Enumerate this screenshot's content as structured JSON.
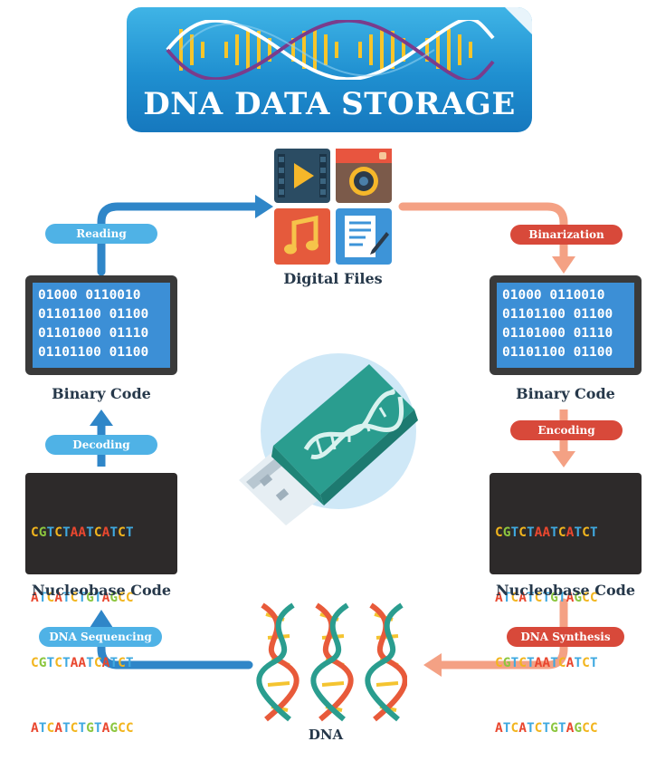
{
  "title": "DNA DATA STORAGE",
  "colors": {
    "blue_flow": "#2f86c8",
    "orange_flow": "#f4a184",
    "pill_blue": "#4fb2e6",
    "pill_red": "#d8493a",
    "adenine": "#e9472f",
    "cytosine": "#f2b51e",
    "guanine": "#8cc63f",
    "thymine": "#3fa9e0"
  },
  "nodes": {
    "digital_files": {
      "label": "Digital Files",
      "icons": [
        "video-icon",
        "camera-icon",
        "music-icon",
        "document-icon"
      ]
    },
    "binary_left": {
      "label": "Binary Code",
      "lines": [
        "01000 0110010",
        "01101100 01100",
        "01101000 01110",
        "01101100 01100"
      ]
    },
    "binary_right": {
      "label": "Binary Code",
      "lines": [
        "01000 0110010",
        "01101100 01100",
        "01101000 01110",
        "01101100 01100"
      ]
    },
    "nucleobase_left": {
      "label": "Nucleobase Code",
      "lines": [
        "CGTCTAATCATCT",
        "ATCATCTGTAGCC",
        "CGTCTAATCATCT",
        "ATCATCTGTAGCC"
      ]
    },
    "nucleobase_right": {
      "label": "Nucleobase Code",
      "lines": [
        "CGTCTAATCATCT",
        "ATCATCTGTAGCC",
        "CGTCTAATCATCT",
        "ATCATCTGTAGCC"
      ]
    },
    "dna": {
      "label": "DNA"
    }
  },
  "steps": {
    "reading": "Reading",
    "binarization": "Binarization",
    "decoding": "Decoding",
    "encoding": "Encoding",
    "dna_sequencing": "DNA Sequencing",
    "dna_synthesis": "DNA Synthesis"
  }
}
